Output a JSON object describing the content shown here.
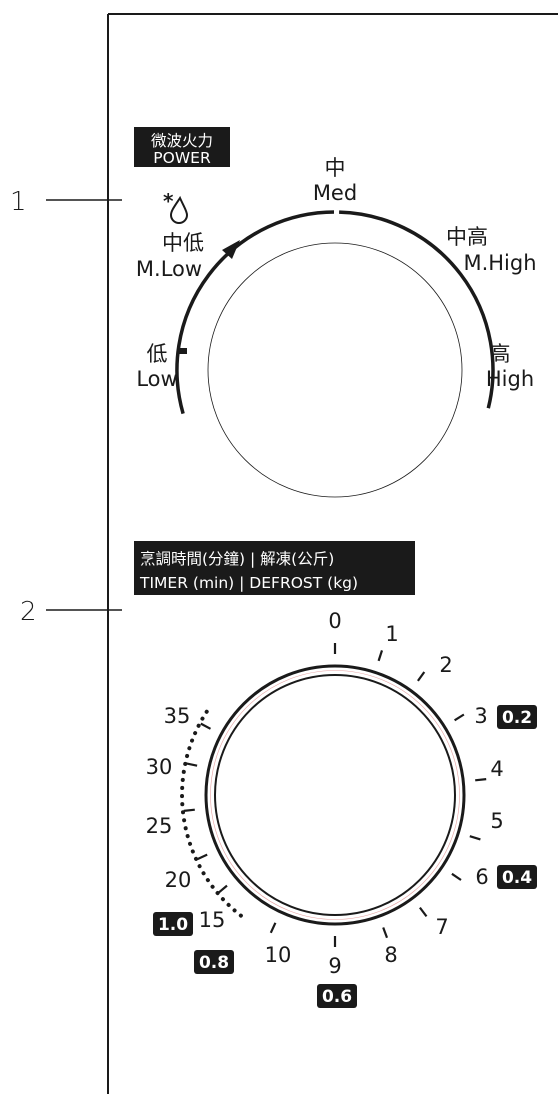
{
  "callouts": {
    "power": "1",
    "timer": "2"
  },
  "power_section": {
    "header_zh": "微波火力",
    "header_en": "POWER",
    "defrost_icon": "defrost-drop-icon",
    "levels": [
      {
        "zh": "低",
        "en": "Low"
      },
      {
        "zh": "中低",
        "en": "M.Low"
      },
      {
        "zh": "中",
        "en": "Med"
      },
      {
        "zh": "中高",
        "en": "M.High"
      },
      {
        "zh": "高",
        "en": "High"
      }
    ]
  },
  "timer_section": {
    "header_zh": "烹調時間(分鐘) | 解凍(公斤)",
    "header_en": "TIMER (min) | DEFROST (kg)",
    "marks": [
      "0",
      "1",
      "2",
      "3",
      "4",
      "5",
      "6",
      "7",
      "8",
      "9",
      "10",
      "15",
      "20",
      "25",
      "30",
      "35"
    ],
    "defrost_badges": [
      "0.2",
      "0.4",
      "0.6",
      "0.8",
      "1.0"
    ]
  },
  "colors": {
    "ink": "#1a1a1a",
    "badge_bg": "#1a1a1a",
    "badge_text": "#ffffff",
    "panel_line": "#1a1a1a"
  }
}
